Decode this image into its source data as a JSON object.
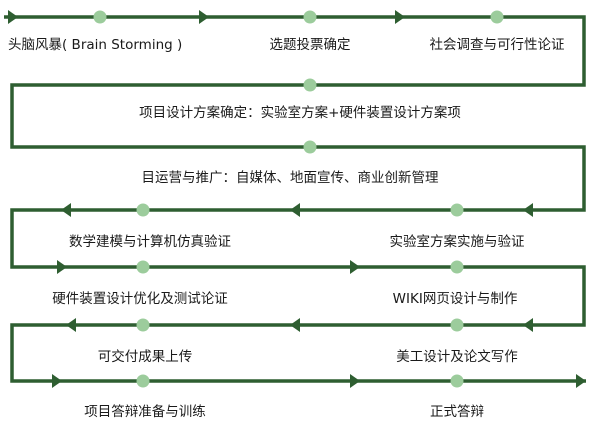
{
  "colors": {
    "line": "#2e5e31",
    "node": "#9ccc9c",
    "text": "#1a1a1a"
  },
  "rows": [
    {
      "labels": [
        "头脑风暴( Brain Storming )",
        "选题投票确定",
        "社会调查与可行性论证"
      ]
    },
    {
      "labels": [
        "项目设计方案确定：实验室方案+硬件装置设计方案项"
      ]
    },
    {
      "labels": [
        "目运营与推广：自媒体、地面宣传、商业创新管理"
      ]
    },
    {
      "labels": [
        "数学建模与计算机仿真验证",
        "实验室方案实施与验证"
      ]
    },
    {
      "labels": [
        "硬件装置设计优化及测试论证",
        "WIKI网页设计与制作"
      ]
    },
    {
      "labels": [
        "可交付成果上传",
        "美工设计及论文写作"
      ]
    },
    {
      "labels": [
        "项目答辩准备与训练",
        "正式答辩"
      ]
    }
  ]
}
